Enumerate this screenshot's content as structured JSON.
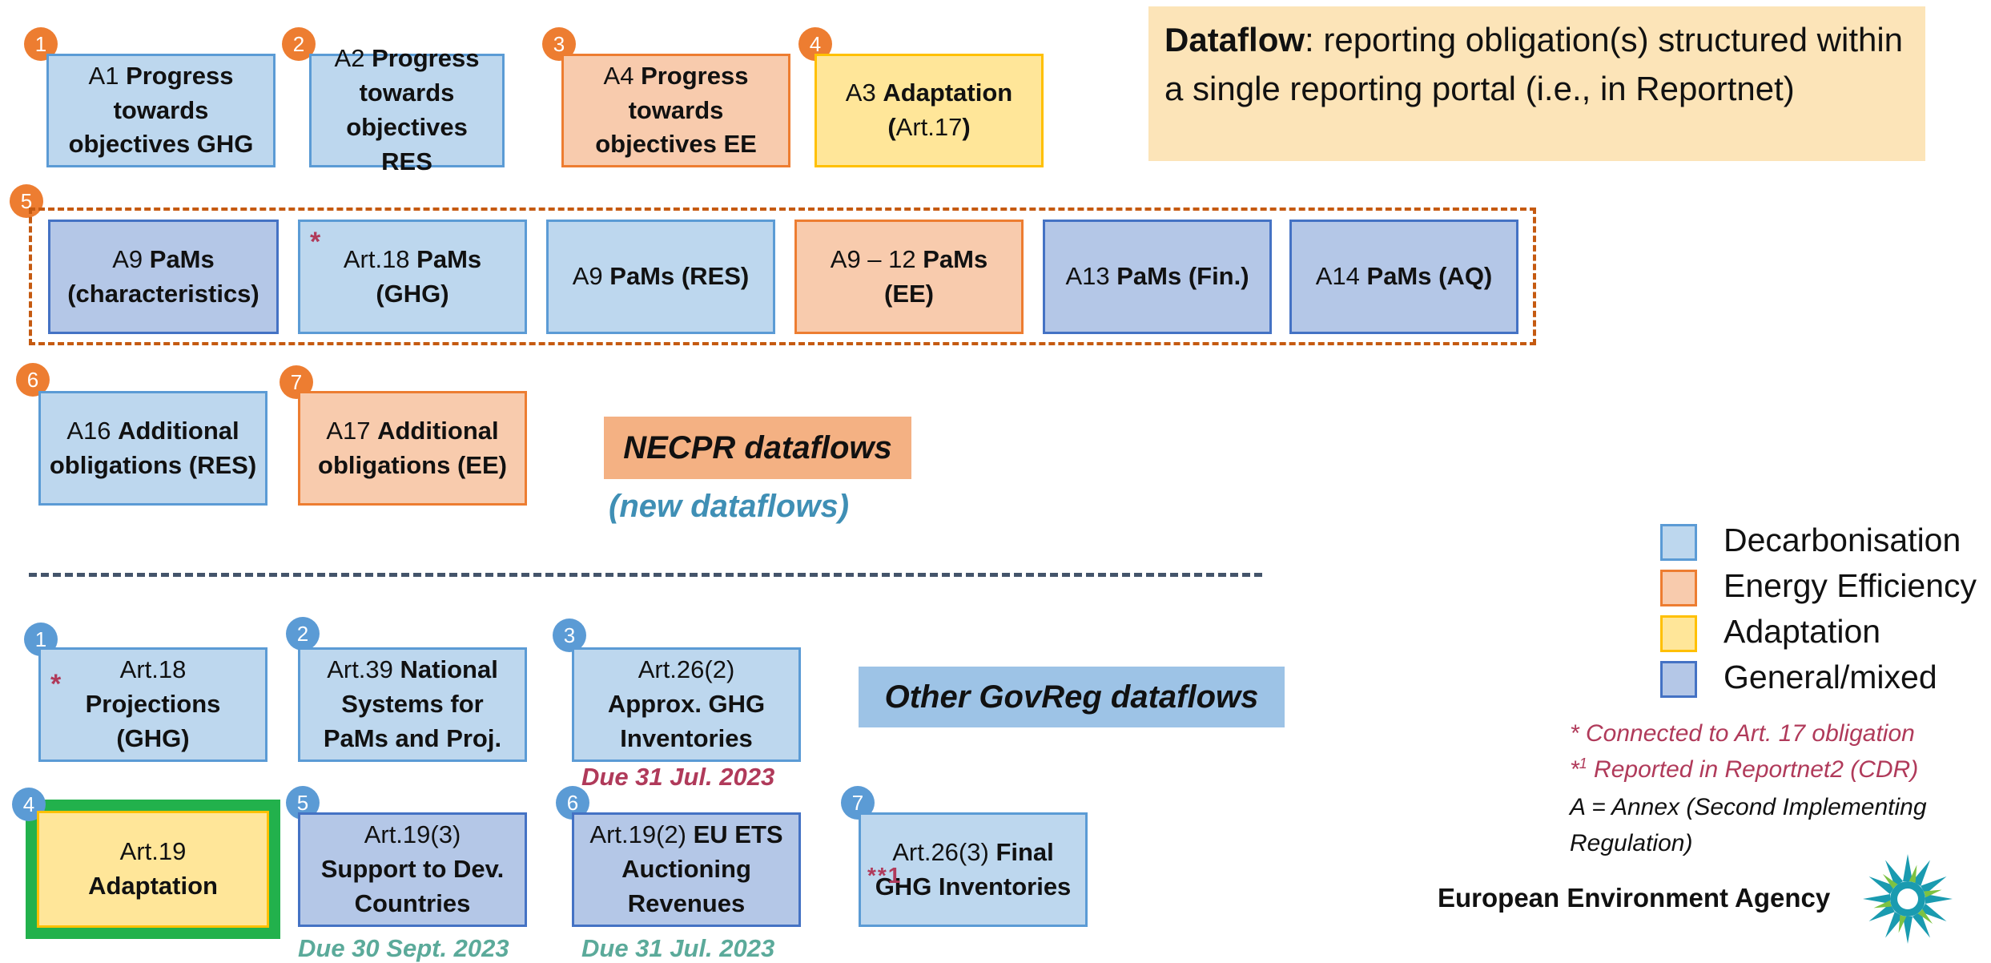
{
  "definition": {
    "term": "Dataflow",
    "text": ": reporting obligation(s) structured within a single reporting portal (i.e., in Reportnet)"
  },
  "necpr": {
    "title": "NECPR dataflows",
    "subtitle": "(new dataflows)",
    "boxes": [
      {
        "num": "1",
        "pre": "A1 ",
        "bold": "Progress towards objectives GHG",
        "post": ""
      },
      {
        "num": "2",
        "pre": "A2 ",
        "bold": "Progress towards objectives RES",
        "post": ""
      },
      {
        "num": "3",
        "pre": "A4 ",
        "bold": "Progress towards objectives EE",
        "post": ""
      },
      {
        "num": "4",
        "pre": "A3 ",
        "bold": "Adaptation (",
        "post": "Art.17",
        "post2": ")"
      },
      {
        "num": "5"
      },
      {
        "pre": "A9 ",
        "bold": "PaMs (characteristics)"
      },
      {
        "pre": "Art.18 ",
        "bold": "PaMs (GHG)",
        "star": "*"
      },
      {
        "pre": "A9 ",
        "bold": "PaMs (RES)"
      },
      {
        "pre": "A9 – 12 ",
        "bold": "PaMs (EE)"
      },
      {
        "pre": "A13 ",
        "bold": "PaMs (Fin.)"
      },
      {
        "pre": "A14 ",
        "bold": "PaMs (AQ)"
      },
      {
        "num": "6",
        "pre": "A16 ",
        "bold": "Additional obligations (RES)"
      },
      {
        "num": "7",
        "pre": "A17 ",
        "bold": "Additional obligations (EE)"
      }
    ]
  },
  "govreg": {
    "title": "Other GovReg dataflows",
    "boxes": [
      {
        "num": "1",
        "pre": "Art.18",
        "bold": "Projections (GHG)",
        "star": "*"
      },
      {
        "num": "2",
        "pre": "Art.39 ",
        "bold": "National Systems for PaMs and Proj."
      },
      {
        "num": "3",
        "pre": "Art.26(2)",
        "bold": "Approx. GHG Inventories",
        "due": "Due 31 Jul. 2023"
      },
      {
        "num": "4",
        "pre": "Art.19",
        "bold": "Adaptation"
      },
      {
        "num": "5",
        "pre": "Art.19(3)",
        "bold": "Support to Dev. Countries",
        "due": "Due 30 Sept. 2023"
      },
      {
        "num": "6",
        "pre": "Art.19(2) ",
        "bold": "EU ETS Auctioning Revenues",
        "due": "Due 31 Jul. 2023"
      },
      {
        "num": "7",
        "pre": "Art.26(3) ",
        "bold": "Final GHG Inventories",
        "star": "**1"
      }
    ]
  },
  "legend": [
    {
      "label": "Decarbonisation",
      "fill": "#BDD7EE",
      "border": "#5B9BD5"
    },
    {
      "label": "Energy Efficiency",
      "fill": "#F8CBAD",
      "border": "#ED7D31"
    },
    {
      "label": "Adaptation",
      "fill": "#FFE699",
      "border": "#FFC000"
    },
    {
      "label": "General/mixed",
      "fill": "#B4C7E7",
      "border": "#4472C4"
    }
  ],
  "notes": {
    "n1": "* Connected to Art. 17 obligation",
    "n2_prefix": "*",
    "n2_sup": "1",
    "n2_rest": " Reported in Reportnet2 (CDR)",
    "n3": "A = Annex (Second Implementing",
    "n4": "Regulation)"
  },
  "brand": {
    "name": "European Environment Agency"
  },
  "colors": {
    "accent_red": "#B03A5A",
    "due_red": "#B03A5A",
    "due_green": "#5BAA9A",
    "subtitle_blue": "#3F8FB5"
  }
}
